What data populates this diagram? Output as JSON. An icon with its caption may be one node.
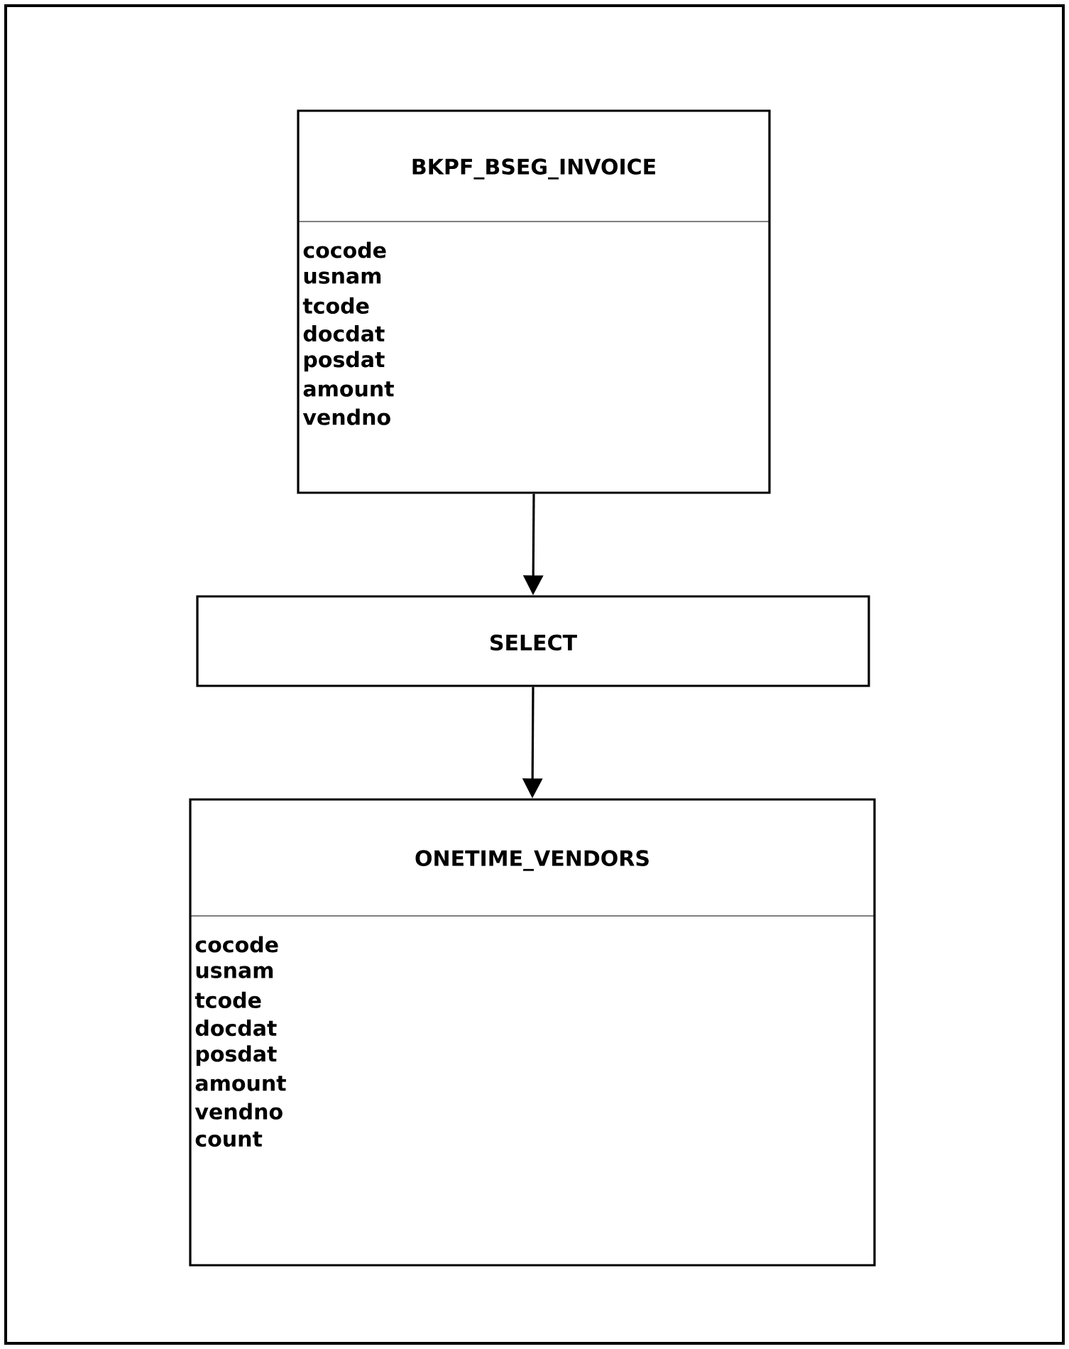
{
  "diagram": {
    "nodes": [
      {
        "text": [
          "BKPF_BSEG_INVOICE",
          "cocode",
          "usnam",
          "tcode",
          "docdat",
          "posdat",
          "amount",
          "vendno"
        ]
      },
      {
        "text": [
          "SELECT"
        ]
      },
      {
        "text": [
          "ONETIME_VENDORS",
          "cocode",
          "usnam",
          "tcode",
          "docdat",
          "posdat",
          "amount",
          "vendno",
          "count"
        ]
      }
    ],
    "edges": [
      {
        "from": 0,
        "to": 1,
        "arrow": "to"
      },
      {
        "from": 1,
        "to": 2,
        "arrow": "to"
      }
    ]
  }
}
